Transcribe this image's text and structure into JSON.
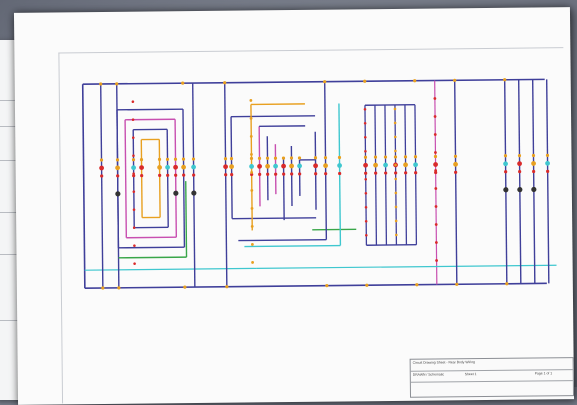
{
  "document": {
    "title_block": {
      "row1": "Circuit Drawing Sheet - Rear Body Wiring",
      "row2a": "DRAWN / Schematic",
      "row2b": "Sheet 1",
      "row2c": "Page 1 of 1"
    }
  },
  "colors": {
    "frame": "#3f3f9a",
    "cyan": "#3fc7cf",
    "green": "#39a649",
    "magenta": "#c84fb0",
    "orange": "#e8a020",
    "red": "#d92a2a",
    "dark_node": "#333333"
  }
}
